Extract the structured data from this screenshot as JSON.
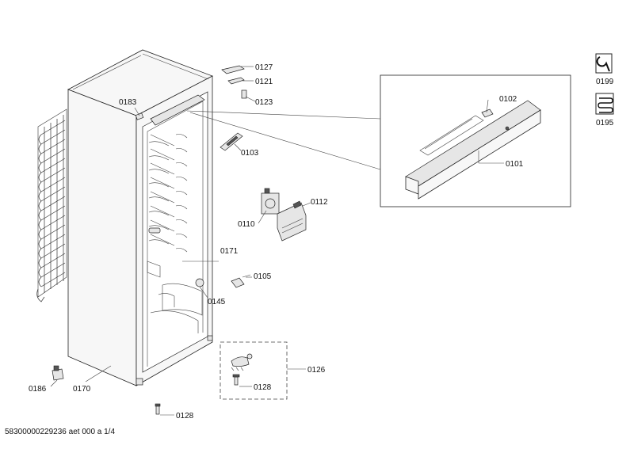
{
  "parts": {
    "p0127": "0127",
    "p0121": "0121",
    "p0123": "0123",
    "p0183": "0183",
    "p0103": "0103",
    "p0102": "0102",
    "p0101": "0101",
    "p0112": "0112",
    "p0110": "0110",
    "p0171": "0171",
    "p0105": "0105",
    "p0145": "0145",
    "p0126": "0126",
    "p0128a": "0128",
    "p0128b": "0128",
    "p0186": "0186",
    "p0170": "0170",
    "p0199": "0199",
    "p0195": "0195"
  },
  "footer": "58300000229236 aet 000 a 1/4",
  "icons": {
    "service": "wrench-icon",
    "coil": "coil-icon"
  }
}
